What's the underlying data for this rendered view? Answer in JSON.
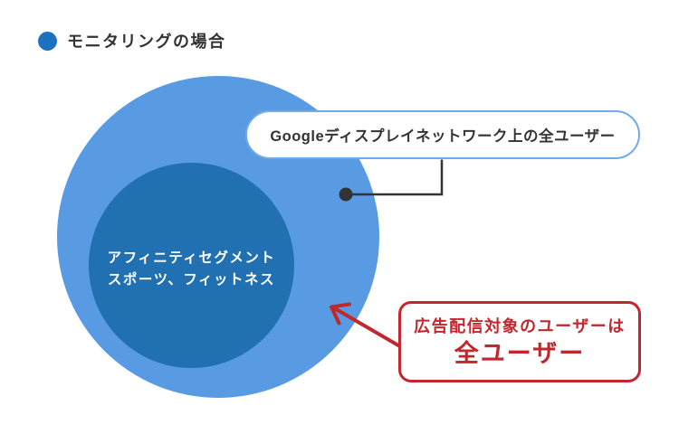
{
  "title": {
    "label": "モニタリングの場合"
  },
  "diagram": {
    "outer_circle": {
      "callout_label": "Googleディスプレイネットワーク上の全ユーザー"
    },
    "inner_circle": {
      "line1": "アフィニティセグメント",
      "line2": "スポーツ、フィットネス"
    },
    "annotation": {
      "line1": "広告配信対象のユーザーは",
      "line2": "全ユーザー"
    }
  },
  "colors": {
    "outer_circle_blue": "#599be3",
    "inner_circle_blue": "#2171b2",
    "bullet_blue": "#1d71c1",
    "callout_border_blue": "#74a9e8",
    "annotation_red": "#c1272d",
    "connector_dark": "#333333",
    "text_dark": "#333333",
    "text_white": "#ffffff"
  }
}
